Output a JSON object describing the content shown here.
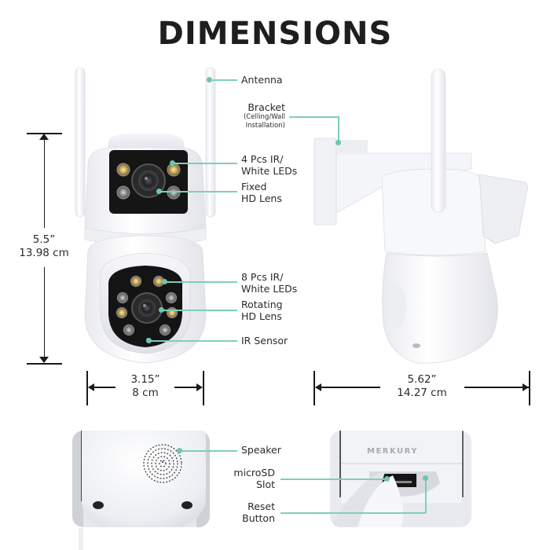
{
  "title": "DIMENSIONS",
  "colors": {
    "leader_line": "#7fcfb8",
    "text": "#2b2b2b",
    "dimension_line": "#1a1a1a",
    "background": "#ffffff"
  },
  "front_view": {
    "callouts": [
      {
        "id": "antenna",
        "lines": [
          "Antenna"
        ]
      },
      {
        "id": "ir_leds_4",
        "lines": [
          "4 Pcs IR/",
          "White LEDs"
        ]
      },
      {
        "id": "fixed_lens",
        "lines": [
          "Fixed",
          "HD Lens"
        ]
      },
      {
        "id": "ir_leds_8",
        "lines": [
          "8 Pcs IR/",
          "White LEDs"
        ]
      },
      {
        "id": "rotating_lens",
        "lines": [
          "Rotating",
          "HD Lens"
        ]
      },
      {
        "id": "ir_sensor",
        "lines": [
          "IR Sensor"
        ]
      }
    ],
    "height": {
      "inches": "5.5”",
      "cm": "13.98 cm"
    },
    "width": {
      "inches": "3.15”",
      "cm": "8 cm"
    }
  },
  "side_view": {
    "callouts": [
      {
        "id": "bracket",
        "title": "Bracket",
        "subtitle_lines": [
          "(Celling/Wall",
          "Installation)"
        ]
      }
    ],
    "depth": {
      "inches": "5.62”",
      "cm": "14.27 cm"
    }
  },
  "detail_views": {
    "callouts": [
      {
        "id": "speaker",
        "lines": [
          "Speaker"
        ]
      },
      {
        "id": "microsd",
        "lines": [
          "microSD",
          "Slot"
        ]
      },
      {
        "id": "reset",
        "lines": [
          "Reset",
          "Button"
        ]
      }
    ],
    "brand_text": "MERKURY"
  }
}
